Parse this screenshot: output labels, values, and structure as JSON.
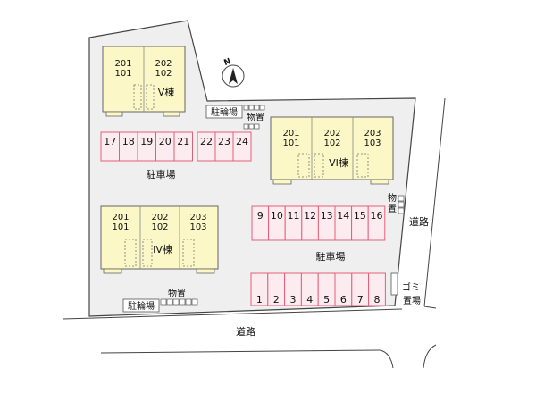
{
  "map": {
    "north": "N",
    "roads": {
      "bottom": "道路",
      "right": "道路"
    },
    "buildings": [
      {
        "name": "V棟",
        "units": [
          [
            "201",
            "101"
          ],
          [
            "202",
            "102"
          ]
        ]
      },
      {
        "name": "VI棟",
        "units": [
          [
            "201",
            "101"
          ],
          [
            "202",
            "102"
          ],
          [
            "203",
            "103"
          ]
        ]
      },
      {
        "name": "IV棟",
        "units": [
          [
            "201",
            "101"
          ],
          [
            "202",
            "102"
          ],
          [
            "203",
            "103"
          ]
        ]
      }
    ],
    "parking_labels": [
      "駐車場",
      "駐車場"
    ],
    "parking_rows": {
      "top_left": [
        "17",
        "18",
        "19",
        "20",
        "21"
      ],
      "top_mid": [
        "22",
        "23",
        "24"
      ],
      "mid_right": [
        "9",
        "10",
        "11",
        "12",
        "13",
        "14",
        "15",
        "16"
      ],
      "bottom": [
        "1",
        "2",
        "3",
        "4",
        "5",
        "6",
        "7",
        "8"
      ]
    },
    "facilities": {
      "bike_top": "駐輪場",
      "storage_top": "物置",
      "storage_right_line1": "物",
      "storage_right_line2": "置",
      "bike_bottom": "駐輪場",
      "storage_bottom": "物置",
      "garbage_line1": "ゴミ",
      "garbage_line2": "置場"
    }
  },
  "colors": {
    "lot": "#efefef",
    "building": "#fbf7c6",
    "parking_fill": "#fdecef",
    "parking_stroke": "#e0607a",
    "outline": "#444444"
  }
}
